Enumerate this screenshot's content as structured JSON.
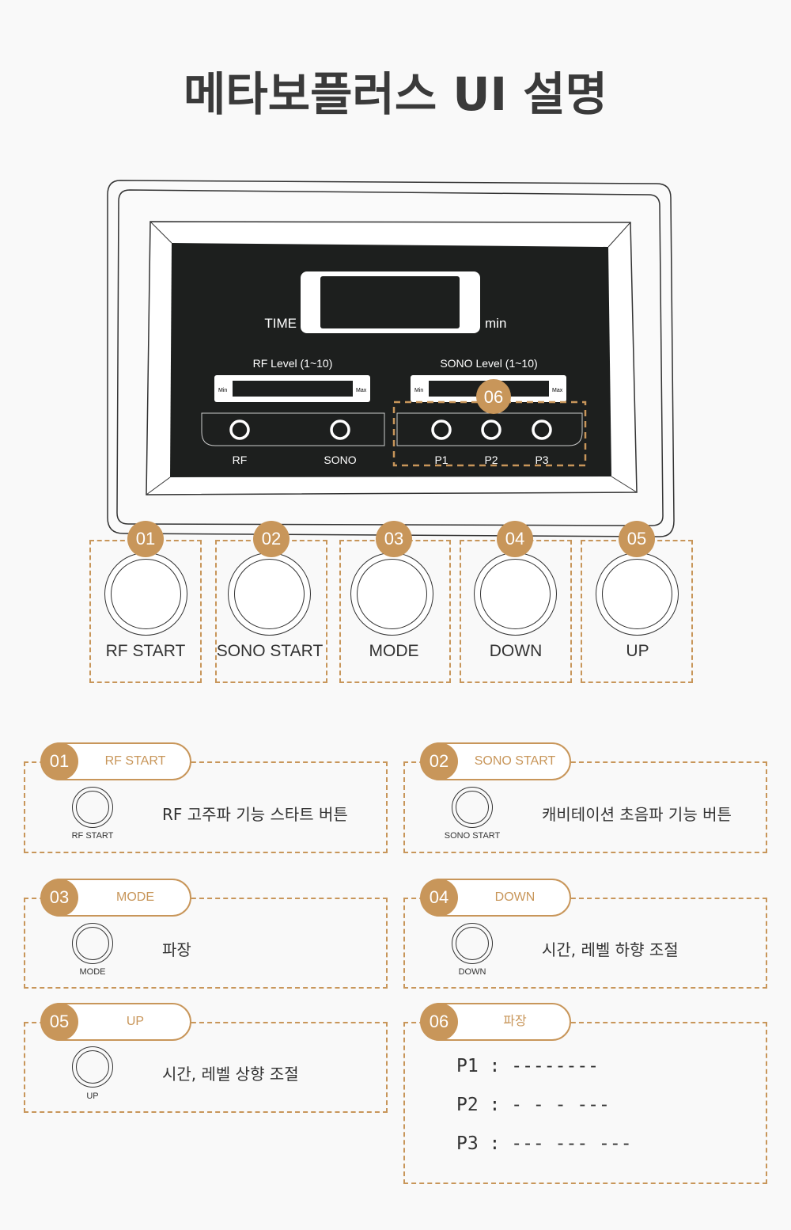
{
  "title": "메타보플러스 UI 설명",
  "accent": "#c8965a",
  "panel": {
    "time_label": "TIME",
    "time_unit": "min",
    "rf_level": "RF Level (1~10)",
    "sono_level": "SONO Level (1~10)",
    "min": "Min",
    "max": "Max",
    "rf": "RF",
    "sono": "SONO",
    "p1": "P1",
    "p2": "P2",
    "p3": "P3",
    "badge": "06"
  },
  "buttons": [
    {
      "num": "01",
      "label": "RF START"
    },
    {
      "num": "02",
      "label": "SONO START"
    },
    {
      "num": "03",
      "label": "MODE"
    },
    {
      "num": "04",
      "label": "DOWN"
    },
    {
      "num": "05",
      "label": "UP"
    }
  ],
  "cards": [
    {
      "num": "01",
      "title": "RF START",
      "knob": "RF START",
      "desc": "RF 고주파 기능 스타트 버튼"
    },
    {
      "num": "02",
      "title": "SONO START",
      "knob": "SONO START",
      "desc": "캐비테이션 초음파 기능 버튼"
    },
    {
      "num": "03",
      "title": "MODE",
      "knob": "MODE",
      "desc": "파장"
    },
    {
      "num": "04",
      "title": "DOWN",
      "knob": "DOWN",
      "desc": "시간, 레벨 하향 조절"
    },
    {
      "num": "05",
      "title": "UP",
      "knob": "UP",
      "desc": "시간, 레벨 상향 조절"
    },
    {
      "num": "06",
      "title": "파장",
      "lines": [
        "P1 : --------",
        "P2 : - - - ---",
        "P3 : --- --- ---"
      ]
    }
  ]
}
